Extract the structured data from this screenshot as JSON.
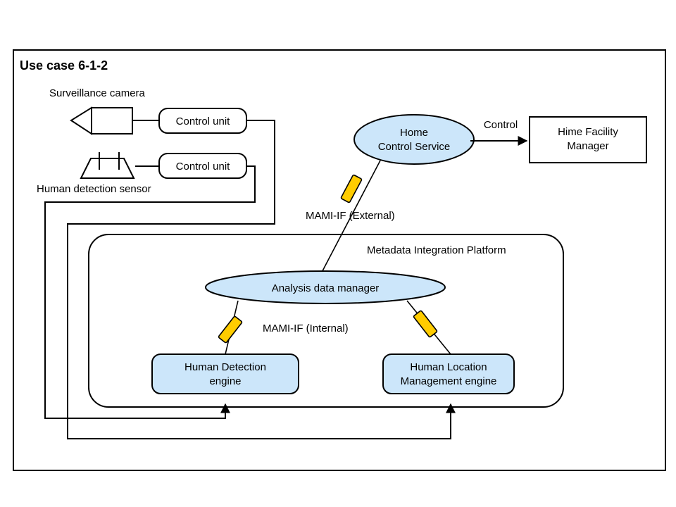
{
  "page": {
    "title": "Use case 6-1-2",
    "background": "#ffffff",
    "border_color": "#000000"
  },
  "colors": {
    "node_fill": "#cce6fa",
    "interface_marker": "#ffcc00",
    "stroke": "#000000",
    "plain_fill": "#ffffff"
  },
  "devices": {
    "camera_label": "Surveillance camera",
    "sensor_label": "Human detection sensor",
    "camera_control_unit": "Control unit",
    "sensor_control_unit": "Control unit"
  },
  "services": {
    "home_control_service_line1": "Home",
    "home_control_service_line2": "Control Service",
    "facility_manager_line1": "Hime Facility",
    "facility_manager_line2": "Manager",
    "control_arrow_label": "Control"
  },
  "platform": {
    "title": "Metadata Integration Platform",
    "analysis_manager": "Analysis data manager",
    "detection_engine_line1": "Human Detection",
    "detection_engine_line2": "engine",
    "location_engine_line1": "Human Location",
    "location_engine_line2": "Management engine"
  },
  "interfaces": {
    "external_label": "MAMI-IF (External)",
    "internal_label": "MAMI-IF (Internal)",
    "marker_count": 3
  }
}
